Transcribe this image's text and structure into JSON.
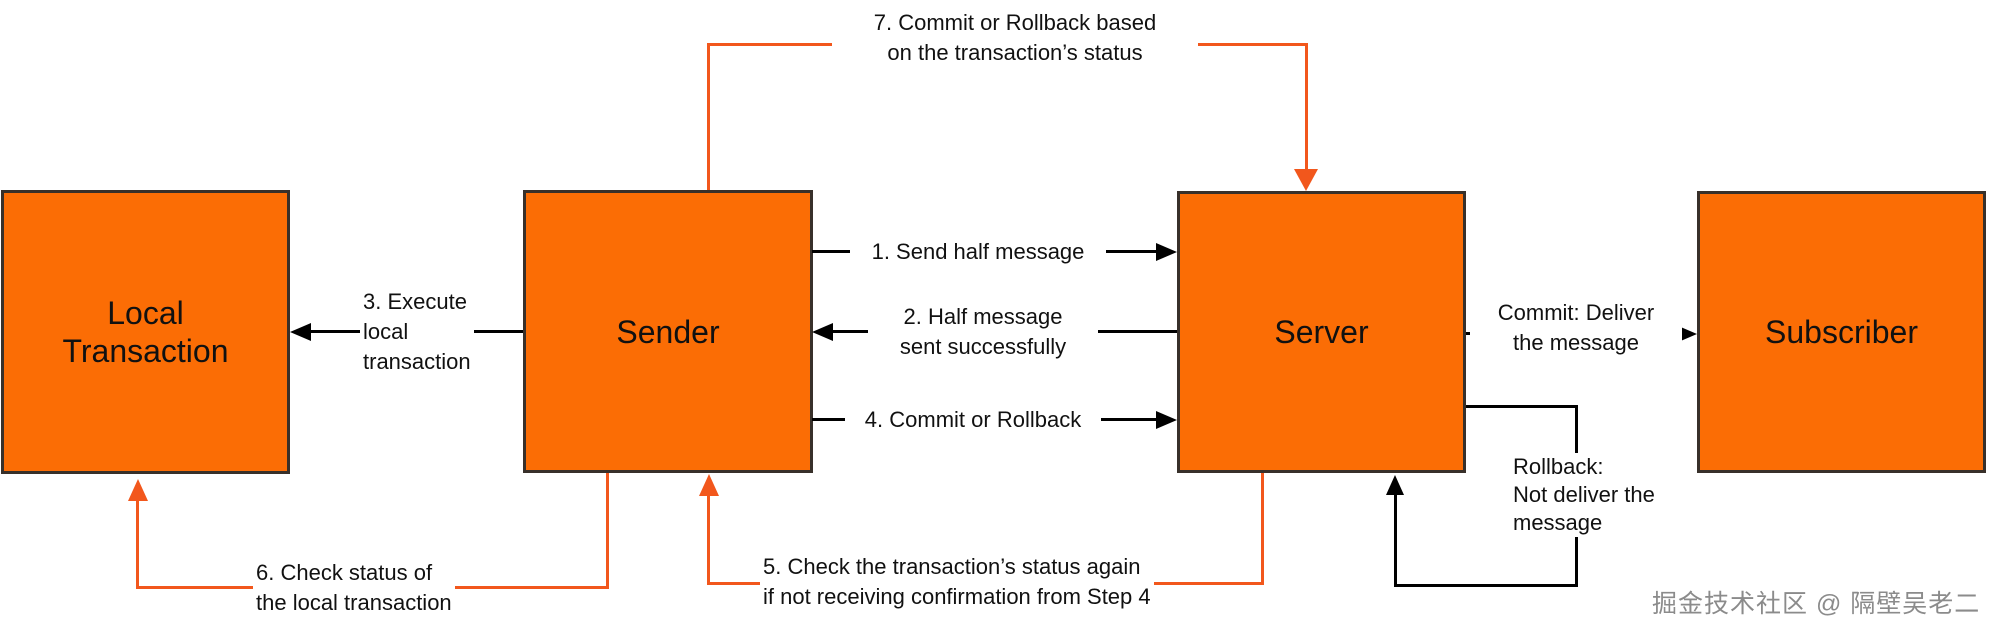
{
  "nodes": {
    "local": {
      "label": "Local\nTransaction"
    },
    "sender": {
      "label": "Sender"
    },
    "server": {
      "label": "Server"
    },
    "subscriber": {
      "label": "Subscriber"
    }
  },
  "edges": {
    "step1": {
      "label": "1. Send half message"
    },
    "step2": {
      "label": "2. Half message\nsent successfully"
    },
    "step3": {
      "label": "3. Execute\nlocal\ntransaction"
    },
    "step4": {
      "label": "4. Commit or Rollback"
    },
    "step5": {
      "label": "5. Check the transaction’s status again\nif not receiving confirmation from Step 4"
    },
    "step6": {
      "label": "6. Check status of\nthe local transaction"
    },
    "step7": {
      "label": "7. Commit or Rollback based\non the transaction’s status"
    },
    "commit": {
      "label": "Commit: Deliver\nthe message"
    },
    "rollback": {
      "label": "Rollback:\nNot deliver the\nmessage"
    }
  },
  "colors": {
    "node_fill": "#fb6d05",
    "node_border": "#38302a",
    "black_connector": "#000000",
    "orange_connector": "#f2571c",
    "watermark_text": "#8b8b8b"
  },
  "watermark": "掘金技术社区 @ 隔壁吴老二"
}
